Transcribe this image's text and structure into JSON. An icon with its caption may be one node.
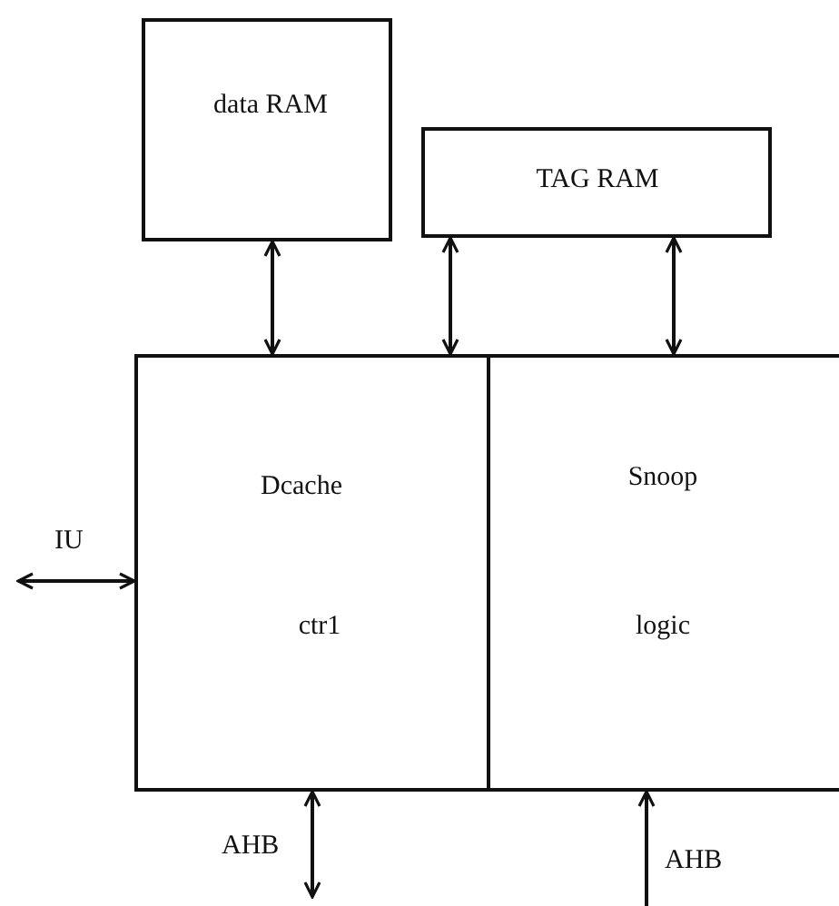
{
  "diagram": {
    "nodes": [
      {
        "text": [
          "data RAM"
        ]
      },
      {
        "text": [
          "TAG RAM"
        ]
      },
      {
        "text": [
          "Dcache",
          "ctr1"
        ]
      },
      {
        "text": [
          "Snoop",
          "logic"
        ]
      }
    ],
    "edges": [
      {
        "from": 0,
        "to": 2,
        "arrow": "both"
      },
      {
        "from": 1,
        "to": 2,
        "arrow": "both"
      },
      {
        "from": 1,
        "to": 3,
        "arrow": "both"
      },
      {
        "from": null,
        "to": 2,
        "arrow": "both",
        "label": "IU"
      },
      {
        "from": null,
        "to": 2,
        "arrow": "both",
        "label": "AHB"
      },
      {
        "from": null,
        "to": 3,
        "arrow": "to",
        "label": "AHB"
      }
    ]
  }
}
